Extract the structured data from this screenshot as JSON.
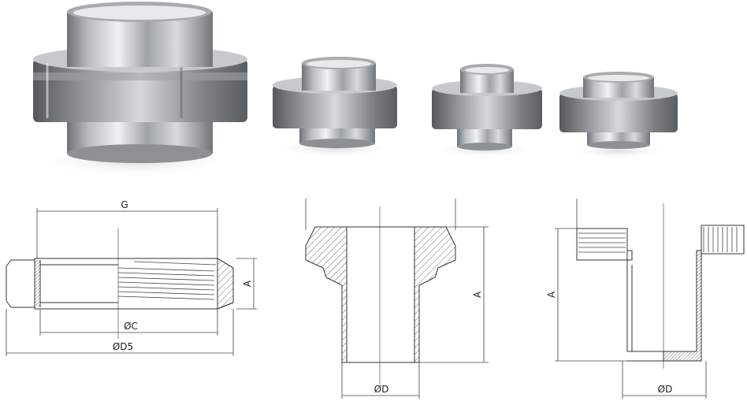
{
  "photo": {
    "items": [
      "union-large",
      "union-medium",
      "union-small",
      "union-xsmall"
    ]
  },
  "drawings": {
    "nut": {
      "label_g": "G",
      "label_a": "A",
      "label_c": "ØC",
      "label_d5": "ØD5"
    },
    "liner": {
      "label_a": "A",
      "label_d": "ØD"
    },
    "male": {
      "label_a": "A",
      "label_d": "ØD"
    }
  },
  "colors": {
    "steel_dark": "#6f7377",
    "steel_light": "#eef0f1",
    "line": "#333333"
  }
}
